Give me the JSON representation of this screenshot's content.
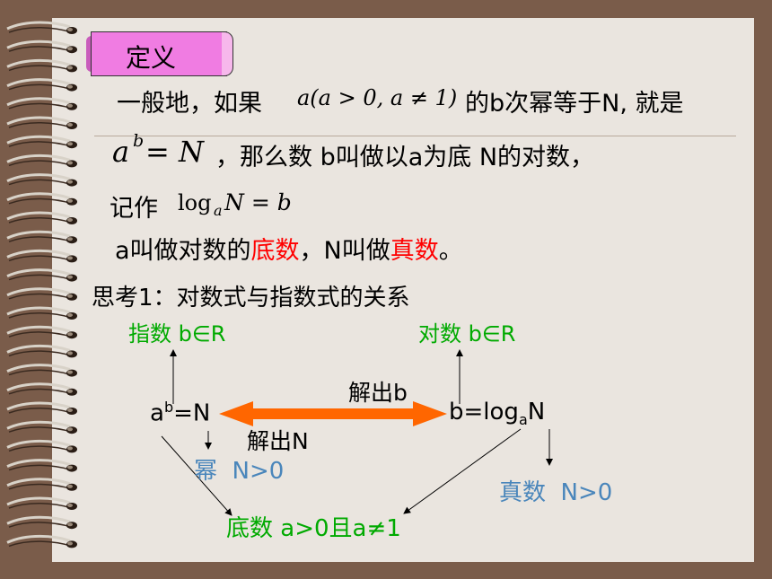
{
  "colors": {
    "background": "#7a5c4a",
    "slide": "#eae5df",
    "label": "#f07ce2",
    "red": "#ff0000",
    "green": "#00aa00",
    "blue": "#4a86bb",
    "arrow": "#ff6600"
  },
  "label": "定义",
  "line1": {
    "pre": "一般地，如果",
    "math": "a(a > 0, a ≠ 1)",
    "post": "的b次幂等于N, 就是"
  },
  "line2": {
    "base": "a",
    "exp": "b",
    "eq": " = N",
    "text": "，那么数 b叫做以a为底 N的对数，"
  },
  "line3": {
    "text": "记作",
    "log": "log",
    "sub": "a",
    "rest": " N = b"
  },
  "line4": {
    "pre": "a叫做对数的",
    "red1": "底数",
    "mid": "，N叫做",
    "red2": "真数",
    "post": "。"
  },
  "think": "思考1：对数式与指数式的关系",
  "diagram": {
    "exp_label": "指数 b∈R",
    "log_label": "对数 b∈R",
    "exp_form": {
      "base": "a",
      "sup": "b",
      "rest": "=N"
    },
    "log_form": {
      "pre": "b=log",
      "sub": "a",
      "post": "N"
    },
    "solve_b": "解出b",
    "solve_n": "解出N",
    "power": "幂  N>0",
    "true_num": "真数  N>0",
    "base": "底数 a>0且a≠1"
  }
}
